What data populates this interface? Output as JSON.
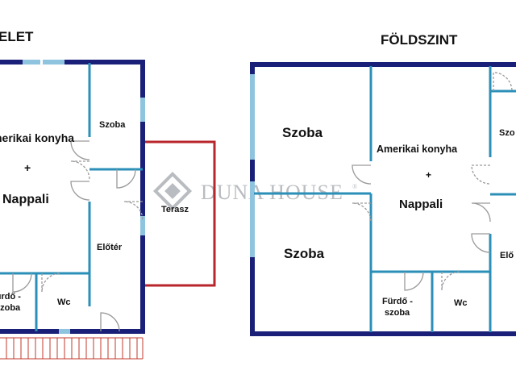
{
  "titles": {
    "left": "ELET",
    "right": "FÖLDSZINT"
  },
  "watermark": {
    "brand": "DUNA HOUSE",
    "mark": "®"
  },
  "colors": {
    "wall": "#1a1f78",
    "inner_wall": "#2b8fb8",
    "door": "#9a9a9a",
    "window": "#8fc4df",
    "terrace": "#b8262b",
    "watermark": "#b9bcc0"
  },
  "left_plan": {
    "rooms": [
      {
        "id": "kitchen-1",
        "label": "Amerikai konyha"
      },
      {
        "id": "plus-1",
        "label": "+"
      },
      {
        "id": "living-1",
        "label": "Nappali"
      },
      {
        "id": "room-1",
        "label": "Szoba"
      },
      {
        "id": "terrace",
        "label": "Terasz"
      },
      {
        "id": "hall-1",
        "label": "Előtér"
      },
      {
        "id": "bath-1a",
        "label": "Fürdő -"
      },
      {
        "id": "bath-1b",
        "label": "szoba"
      },
      {
        "id": "wc-1",
        "label": "Wc"
      }
    ]
  },
  "right_plan": {
    "rooms": [
      {
        "id": "room-2a",
        "label": "Szoba"
      },
      {
        "id": "room-2b",
        "label": "Szoba"
      },
      {
        "id": "kitchen-2",
        "label": "Amerikai konyha"
      },
      {
        "id": "plus-2",
        "label": "+"
      },
      {
        "id": "living-2",
        "label": "Nappali"
      },
      {
        "id": "room-2c",
        "label": "Szo"
      },
      {
        "id": "hall-2",
        "label": "Elő"
      },
      {
        "id": "bath-2a",
        "label": "Fürdő -"
      },
      {
        "id": "bath-2b",
        "label": "szoba"
      },
      {
        "id": "wc-2",
        "label": "Wc"
      }
    ]
  }
}
